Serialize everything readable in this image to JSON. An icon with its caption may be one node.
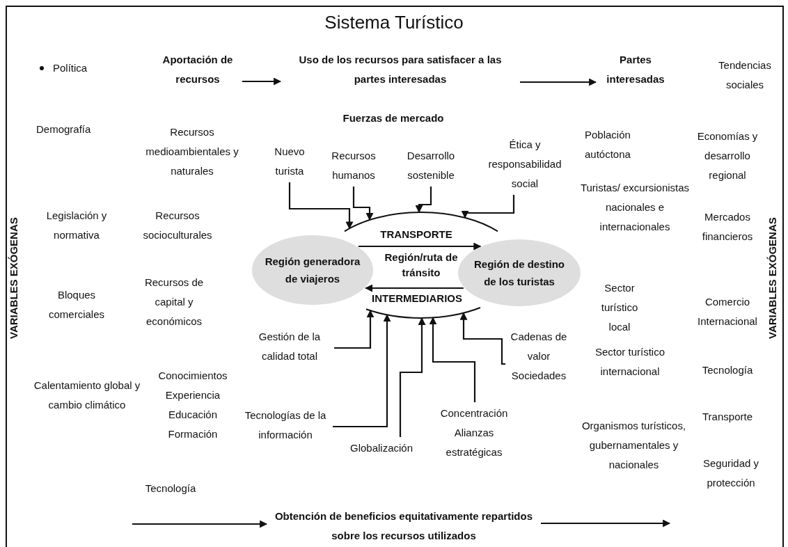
{
  "diagram": {
    "title": "Sistema Turístico",
    "nodes": [
      {
        "text": [
          "Aportación de recursos"
        ]
      },
      {
        "text": [
          "Uso de los recursos para satisfacer a las partes interesadas"
        ]
      },
      {
        "text": [
          "Partes interesadas"
        ]
      },
      {
        "text": [
          "Región generadora de viajeros"
        ]
      },
      {
        "text": [],
        "shape": "arc"
      },
      {
        "text": [
          "Región/ruta de tránsito"
        ]
      },
      {
        "text": [],
        "shape": "arc"
      },
      {
        "text": [
          "Región de destino de los turistas"
        ]
      },
      {
        "text": [
          "Nuevo turista"
        ]
      },
      {
        "text": [
          "Recursos humanos"
        ]
      },
      {
        "text": [
          "Desarrollo sostenible"
        ]
      },
      {
        "text": [
          "Ética y responsabilidad social"
        ]
      },
      {
        "text": [
          "Gestión de la calidad total"
        ]
      },
      {
        "text": [
          "Tecnologías de la información"
        ]
      },
      {
        "text": [
          "Globalización"
        ]
      },
      {
        "text": [
          "Concentración Alianzas estratégicas"
        ]
      },
      {
        "text": [
          "Cadenas de valor Sociedades"
        ]
      },
      {
        "text": [
          "Obtención de beneficios equitativamente repartidos sobre los recursos utilizados"
        ]
      }
    ],
    "edges": [
      {
        "from": 0,
        "to": 1,
        "arrow": "to"
      },
      {
        "from": 1,
        "to": 2,
        "arrow": "to"
      },
      {
        "from": 3,
        "to": 7,
        "arrow": "to",
        "label": "TRANSPORTE"
      },
      {
        "from": 7,
        "to": 3,
        "arrow": "to",
        "label": "INTERMEDIARIOS"
      },
      {
        "from": 8,
        "to": 4,
        "arrow": "to"
      },
      {
        "from": 9,
        "to": 4,
        "arrow": "to"
      },
      {
        "from": 10,
        "to": 4,
        "arrow": "to"
      },
      {
        "from": 11,
        "to": 4,
        "arrow": "to"
      },
      {
        "from": 12,
        "to": 6,
        "arrow": "to"
      },
      {
        "from": 13,
        "to": 6,
        "arrow": "to"
      },
      {
        "from": 14,
        "to": 6,
        "arrow": "to"
      },
      {
        "from": 15,
        "to": 6,
        "arrow": "to"
      },
      {
        "from": 16,
        "to": 6,
        "arrow": "to"
      },
      {
        "from": null,
        "to": 17,
        "arrow": "to"
      },
      {
        "from": 17,
        "to": null,
        "arrow": "to"
      }
    ],
    "labels": [
      "Política",
      "Tendencias sociales",
      "Fuerzas de mercado",
      "Demografía",
      "Recursos medioambientales y naturales",
      "Población autóctona",
      "Economías y desarrollo regional",
      "VARIABLES EXÓGENAS",
      "Legislación y normativa",
      "Recursos socioculturales",
      "Turistas/ excursionistas nacionales e internacionales",
      "Mercados financieros",
      "VARIABLES EXÓGENAS",
      "Bloques comerciales",
      "Recursos de capital y económicos",
      "Sector turístico local",
      "Comercio Internacional",
      "Calentamiento global y cambio climático",
      "Conocimientos Experiencia Educación Formación",
      "Sector turístico internacional",
      "Tecnología",
      "Transporte",
      "Organismos turísticos, gubernamentales y nacionales",
      "Seguridad y protección",
      "Tecnología"
    ]
  }
}
